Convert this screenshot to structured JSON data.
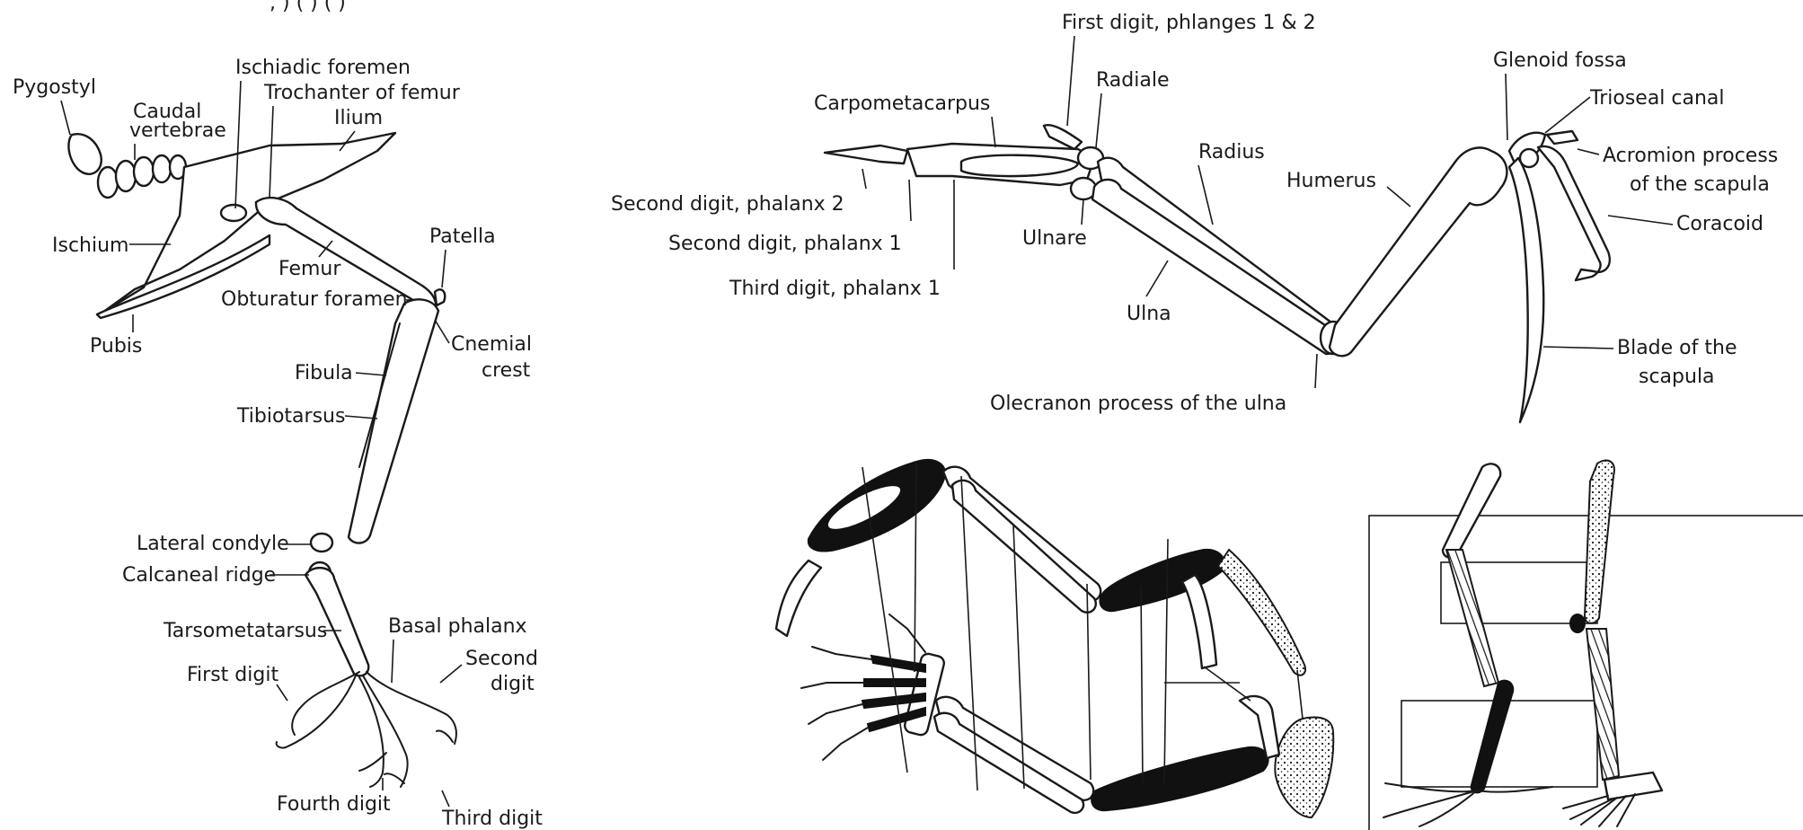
{
  "header_fragment": ", ) ( ) ( )",
  "leg_labels": {
    "pygostyl": "Pygostyl",
    "ischiadic_foremen": "Ischiadic foremen",
    "trochanter": "Trochanter of femur",
    "caudal_1": "Caudal",
    "caudal_2": "vertebrae",
    "ilium": "Ilium",
    "ischium": "Ischium",
    "femur": "Femur",
    "patella": "Patella",
    "obturatur": "Obturatur foramen",
    "pubis": "Pubis",
    "cnemial_1": "Cnemial",
    "cnemial_2": "crest",
    "fibula": "Fibula",
    "tibiotarsus": "Tibiotarsus",
    "lateral_condyle": "Lateral condyle",
    "calcaneal_ridge": "Calcaneal ridge",
    "tarsometatarsus": "Tarsometatarsus",
    "basal_phalanx": "Basal phalanx",
    "first_digit": "First digit",
    "second_digit_1": "Second",
    "second_digit_2": "digit",
    "fourth_digit": "Fourth digit",
    "third_digit": "Third digit"
  },
  "wing_labels": {
    "first_digit_phalanges": "First digit, phlanges 1 & 2",
    "carpometacarpus": "Carpometacarpus",
    "radiale": "Radiale",
    "glenoid_fossa": "Glenoid fossa",
    "trioseal_canal": "Trioseal canal",
    "acromion_1": "Acromion process",
    "acromion_2": "of the scapula",
    "radius": "Radius",
    "humerus": "Humerus",
    "coracoid": "Coracoid",
    "second_digit_p2": "Second digit, phalanx 2",
    "ulnare": "Ulnare",
    "second_digit_p1": "Second digit, phalanx 1",
    "third_digit_p1": "Third digit, phalanx 1",
    "ulna": "Ulna",
    "blade_1": "Blade of the",
    "blade_2": "scapula",
    "olecranon": "Olecranon process of the ulna"
  }
}
